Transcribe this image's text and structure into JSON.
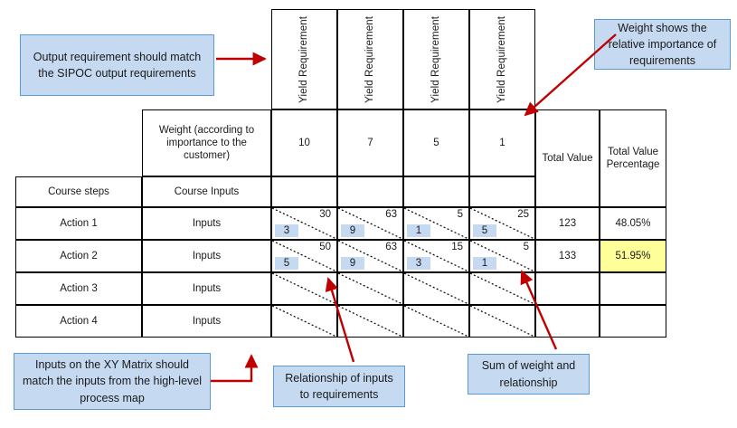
{
  "matrix": {
    "requirement_headers": [
      "Yield Requirement",
      "Yield Requirement",
      "Yield Requirement",
      "Yield Requirement"
    ],
    "weight_label": "Weight (according to importance to the customer)",
    "weights": [
      "10",
      "7",
      "5",
      "1"
    ],
    "total_value_header": "Total Value",
    "total_value_percentage_header": "Total Value Percentage",
    "col_steps_header": "Course steps",
    "col_inputs_header": "Course Inputs",
    "rows": [
      {
        "step": "Action 1",
        "input": "Inputs",
        "scores": [
          "3",
          "9",
          "1",
          "5"
        ],
        "products": [
          "30",
          "63",
          "5",
          "25"
        ],
        "total": "123",
        "percentage": "48.05%",
        "highlight": false
      },
      {
        "step": "Action 2",
        "input": "Inputs",
        "scores": [
          "5",
          "9",
          "3",
          "1"
        ],
        "products": [
          "50",
          "63",
          "15",
          "5"
        ],
        "total": "133",
        "percentage": "51.95%",
        "highlight": true
      },
      {
        "step": "Action 3",
        "input": "Inputs",
        "scores": [
          "",
          "",
          "",
          ""
        ],
        "products": [
          "",
          "",
          "",
          ""
        ],
        "total": "",
        "percentage": "",
        "highlight": false
      },
      {
        "step": "Action 4",
        "input": "Inputs",
        "scores": [
          "",
          "",
          "",
          ""
        ],
        "products": [
          "",
          "",
          "",
          ""
        ],
        "total": "",
        "percentage": "",
        "highlight": false
      }
    ]
  },
  "callouts": {
    "output_requirement": "Output requirement should match the SIPOC output requirements",
    "weight_importance": "Weight shows the relative importance of requirements",
    "inputs_match": "Inputs on the XY Matrix should match the inputs from the high-level process map",
    "relationship": "Relationship of inputs to requirements",
    "sum_of_weight": "Sum of weight and relationship"
  },
  "colors": {
    "callout_fill": "#c5d9f1",
    "callout_border": "#5b9bd5",
    "arrow": "#c00000",
    "score_fill": "#c5d9f1",
    "highlight": "#ffff99",
    "grid": "#000000"
  }
}
